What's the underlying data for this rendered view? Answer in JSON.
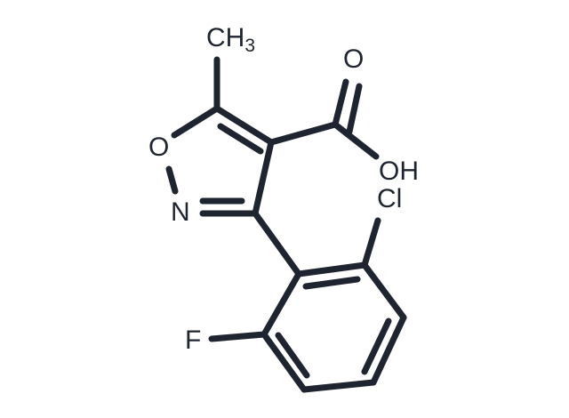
{
  "molecule": {
    "atoms": {
      "methyl": "CH",
      "methyl_subscript": "3",
      "carbonyl_oxygen": "O",
      "hydroxyl": "OH",
      "ring_oxygen": "O",
      "ring_nitrogen": "N",
      "chlorine": "Cl",
      "fluorine": "F"
    }
  }
}
